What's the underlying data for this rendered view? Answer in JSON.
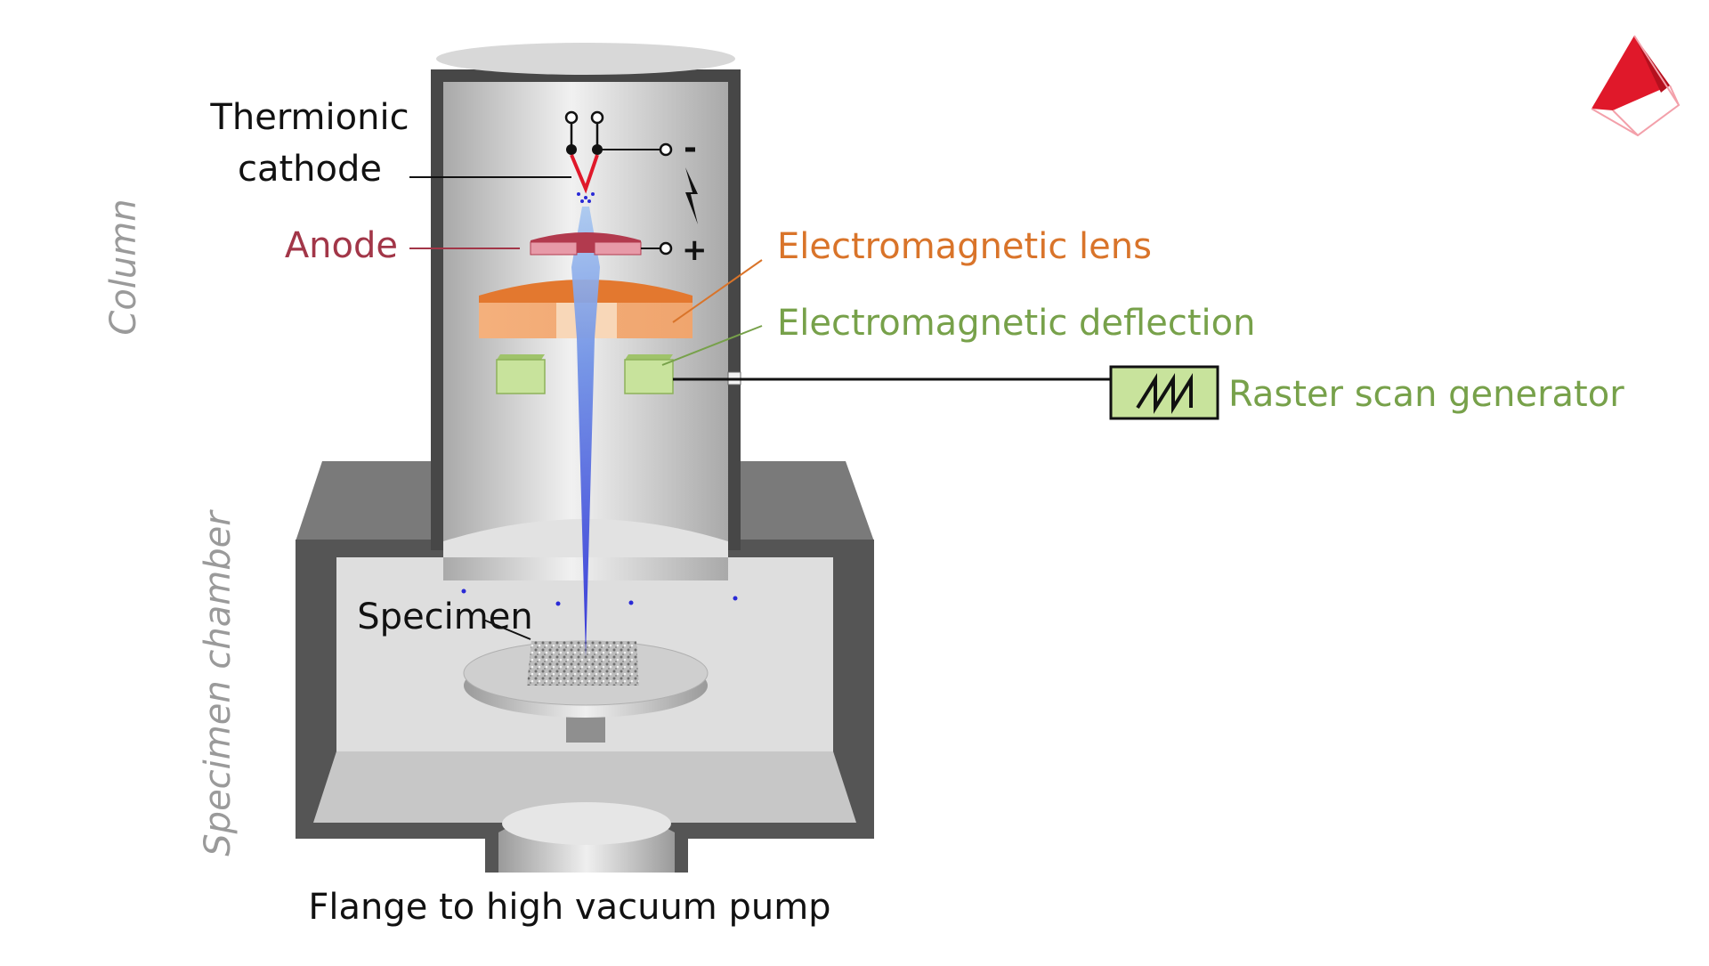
{
  "labels": {
    "cathode_line1": "Thermionic",
    "cathode_line2": "cathode",
    "anode": "Anode",
    "lens": "Electromagnetic lens",
    "deflection": "Electromagnetic deflection",
    "raster": "Raster scan generator",
    "specimen": "Specimen",
    "flange": "Flange to high vacuum pump",
    "column": "Column",
    "chamber": "Specimen chamber",
    "minus": "-",
    "plus": "+"
  },
  "colors": {
    "anode": "#a23648",
    "lens": "#d9742a",
    "deflection": "#77a14a",
    "raster": "#77a14a",
    "side_label": "#9a9a9a",
    "beam": "#3b3bd8",
    "filament": "#e0182a",
    "logo": "#e0182a"
  },
  "icons": {
    "logo": "red-pyramid-logo",
    "raster_symbol": "sawtooth-wave-icon",
    "spark": "lightning-bolt-icon"
  }
}
